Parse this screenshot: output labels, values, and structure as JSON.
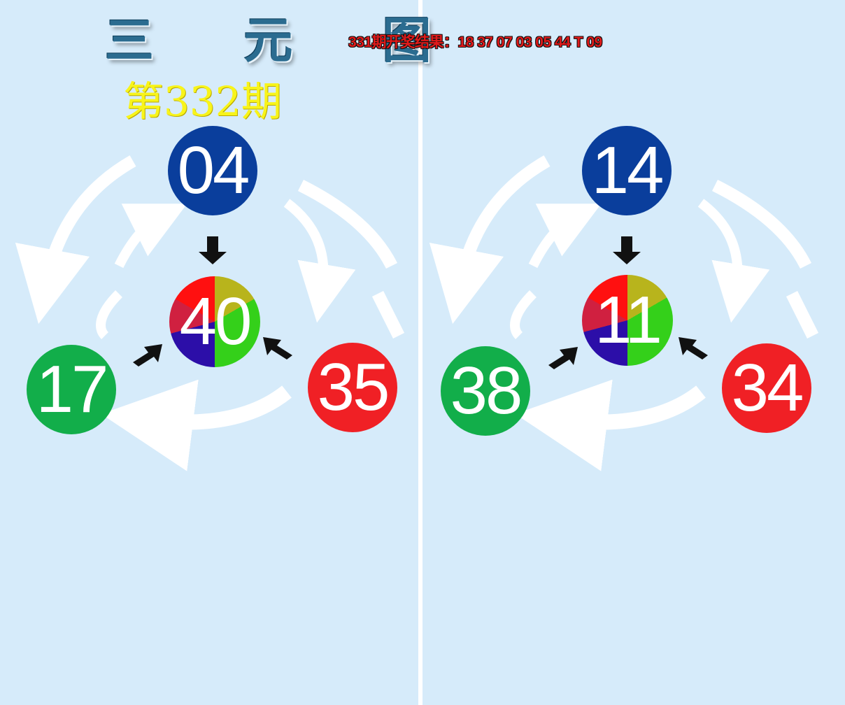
{
  "title": "三 元 图",
  "period": "第332期",
  "result": "331期开奖结果：18 37 07 03 05 44 T 09",
  "left": {
    "top": "04",
    "center": "40",
    "bottom_left": "17",
    "bottom_right": "35"
  },
  "right": {
    "top": "14",
    "center": "11",
    "bottom_left": "38",
    "bottom_right": "34"
  },
  "colors": {
    "background": "#d6ebfa",
    "blue": "#0a3e9c",
    "green": "#12ae4a",
    "red": "#f02025",
    "title": "#2b6c90",
    "period": "#f8f41a",
    "result": "#e11a1a"
  }
}
